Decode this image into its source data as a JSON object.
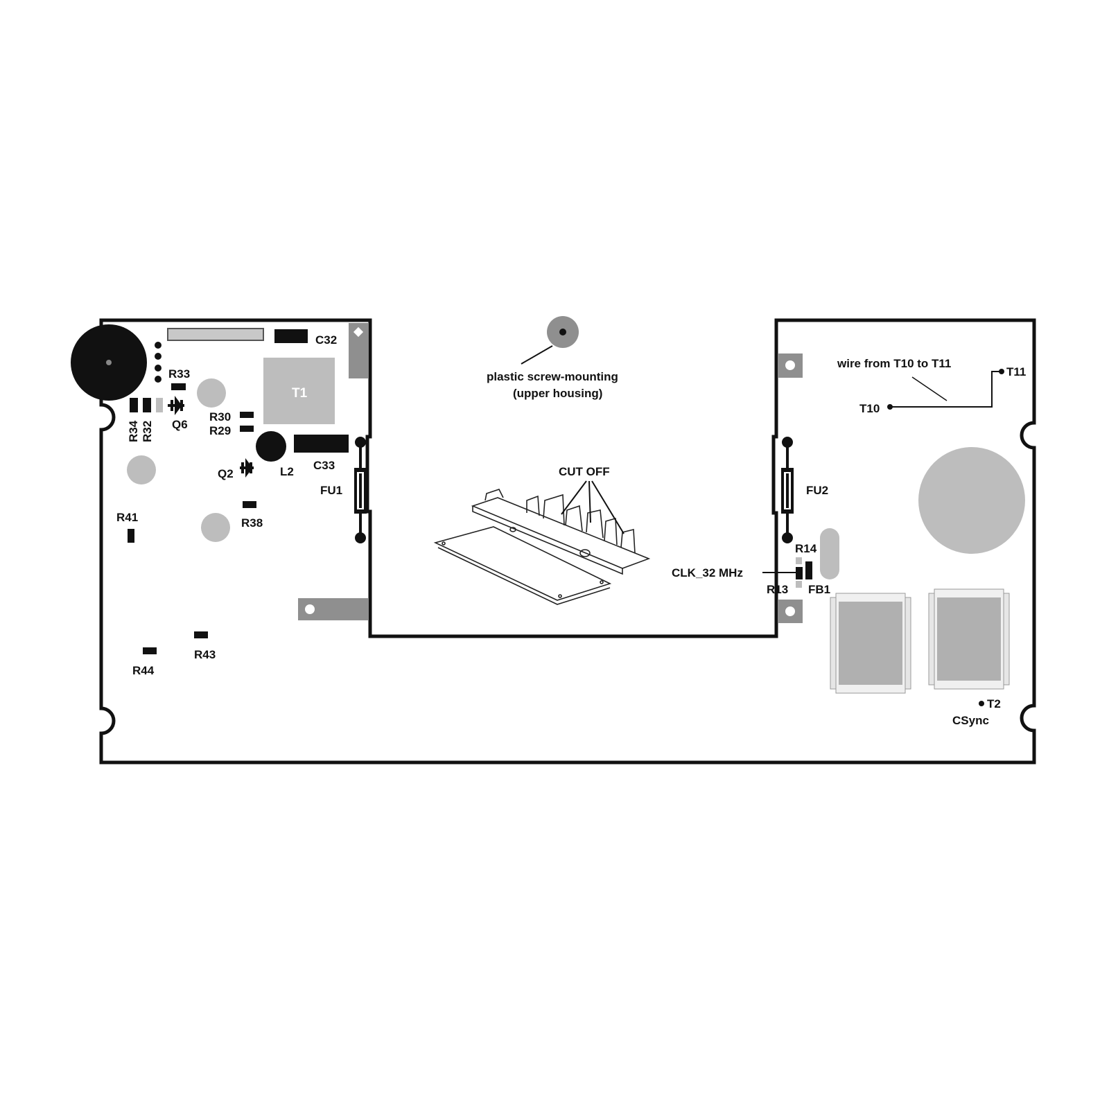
{
  "colors": {
    "board_outline": "#111111",
    "component_dark": "#111111",
    "component_gray": "#bdbdbd",
    "mount_gray": "#8f8f8f",
    "background": "#ffffff"
  },
  "labels": {
    "c32": "C32",
    "t1": "T1",
    "r33": "R33",
    "r34": "R34",
    "r32": "R32",
    "q6": "Q6",
    "r30": "R30",
    "r29": "R29",
    "q2": "Q2",
    "l2": "L2",
    "c33": "C33",
    "fu1": "FU1",
    "r41": "R41",
    "r38": "R38",
    "r44": "R44",
    "r43": "R43",
    "screw_mount_1": "plastic screw-mounting",
    "screw_mount_2": "(upper housing)",
    "cut_off": "CUT OFF",
    "wire_note": "wire from T10 to T11",
    "t10": "T10",
    "t11": "T11",
    "fu2": "FU2",
    "r14": "R14",
    "r13": "R13",
    "fb1": "FB1",
    "clk": "CLK_32 MHz",
    "t2": "T2",
    "csync": "CSync"
  }
}
